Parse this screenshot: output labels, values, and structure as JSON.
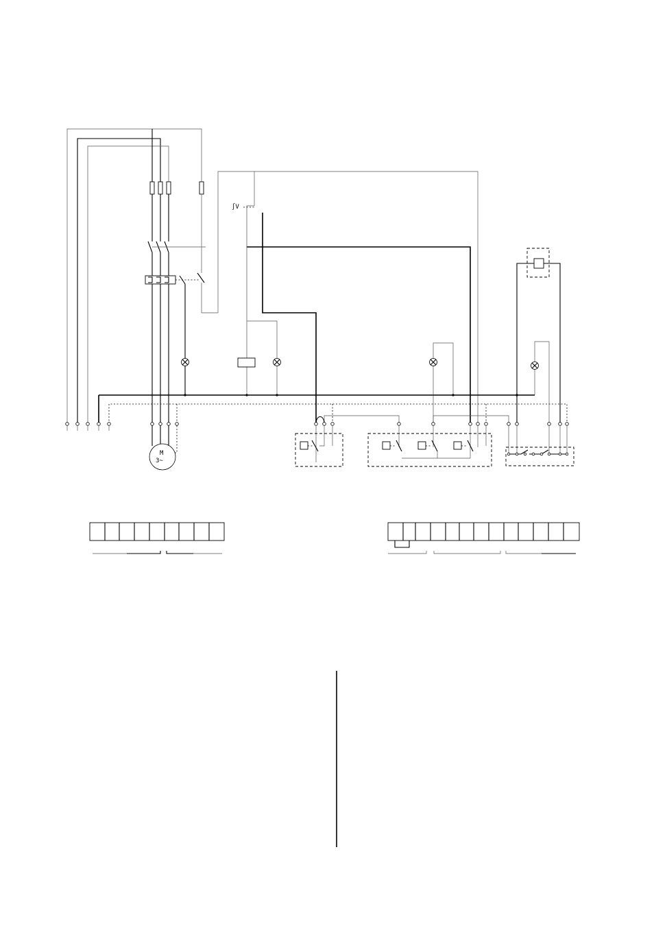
{
  "diagram": {
    "motor_symbol_label": "M",
    "motor_phase_label": "3~",
    "control_voltage_label": "∫V"
  },
  "colors": {
    "line": "#000000",
    "thin_line": "#555555",
    "background": "#ffffff"
  }
}
